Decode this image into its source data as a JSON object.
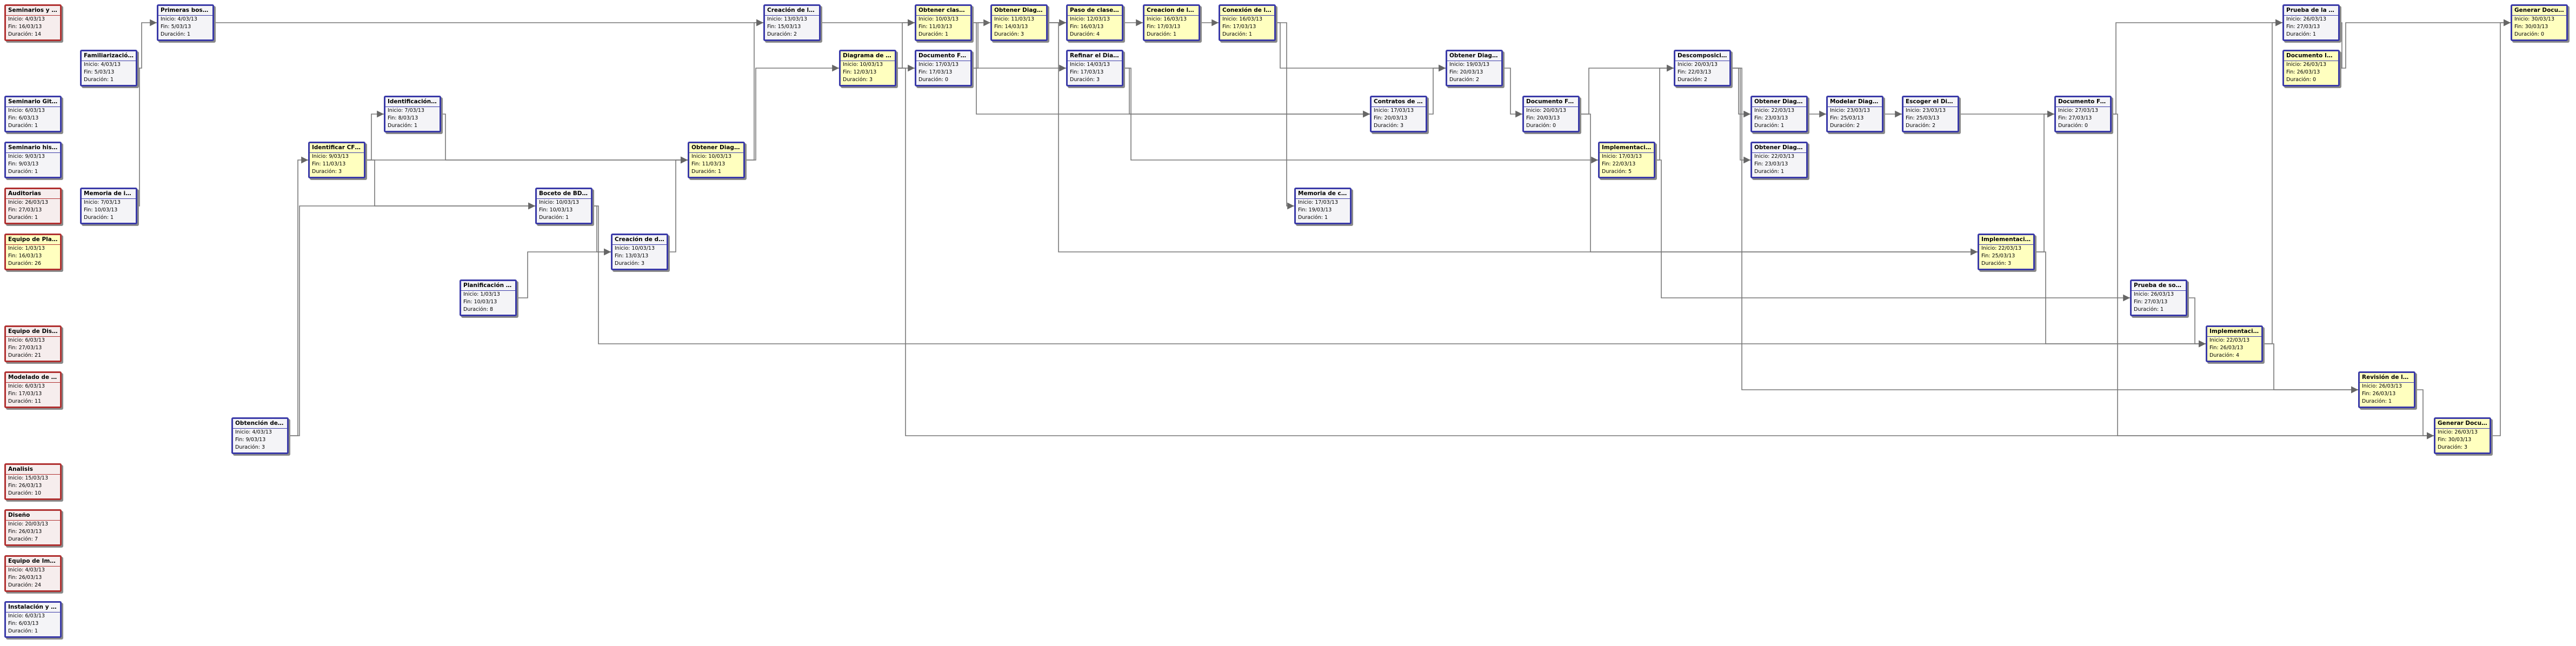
{
  "labels": {
    "start": "Inicio:",
    "end": "Fin:",
    "duration": "Duración:"
  },
  "tasks": [
    {
      "name": "Seminarios y apr...",
      "start": "4/03/13",
      "end": "16/03/13",
      "duration": "14",
      "kind": "summary"
    },
    {
      "name": "Seminario GitHub",
      "start": "6/03/13",
      "end": "6/03/13",
      "duration": "1",
      "kind": "normal"
    },
    {
      "name": "Seminario histori...",
      "start": "9/03/13",
      "end": "9/03/13",
      "duration": "1",
      "kind": "normal"
    },
    {
      "name": "Auditorias",
      "start": "26/03/13",
      "end": "27/03/13",
      "duration": "1",
      "kind": "summary"
    },
    {
      "name": "Equipo de Planifi...",
      "start": "1/03/13",
      "end": "16/03/13",
      "duration": "26",
      "kind": "summary-crit"
    },
    {
      "name": "Equipo de Diseño",
      "start": "6/03/13",
      "end": "27/03/13",
      "duration": "21",
      "kind": "summary"
    },
    {
      "name": "Modelado de req...",
      "start": "6/03/13",
      "end": "17/03/13",
      "duration": "11",
      "kind": "summary"
    },
    {
      "name": "Analisis",
      "start": "15/03/13",
      "end": "26/03/13",
      "duration": "10",
      "kind": "summary"
    },
    {
      "name": "Diseño",
      "start": "20/03/13",
      "end": "26/03/13",
      "duration": "7",
      "kind": "summary"
    },
    {
      "name": "Equipo de Implem...",
      "start": "4/03/13",
      "end": "26/03/13",
      "duration": "24",
      "kind": "summary"
    },
    {
      "name": "Instalación y con...",
      "start": "6/03/13",
      "end": "6/03/13",
      "duration": "1",
      "kind": "normal"
    },
    {
      "name": "Familiarización d...",
      "start": "4/03/13",
      "end": "5/03/13",
      "duration": "1",
      "kind": "normal"
    },
    {
      "name": "Memoria de insta...",
      "start": "7/03/13",
      "end": "10/03/13",
      "duration": "1",
      "kind": "normal"
    },
    {
      "name": "Primeras bosquej...",
      "start": "4/03/13",
      "end": "5/03/13",
      "duration": "1",
      "kind": "normal"
    },
    {
      "name": "Obtención de req...",
      "start": "4/03/13",
      "end": "9/03/13",
      "duration": "3",
      "kind": "normal"
    },
    {
      "name": "Identificación de ...",
      "start": "7/03/13",
      "end": "8/03/13",
      "duration": "1",
      "kind": "normal"
    },
    {
      "name": "Identificar CF y ...",
      "start": "9/03/13",
      "end": "11/03/13",
      "duration": "3",
      "kind": "crit"
    },
    {
      "name": "Planificación de r...",
      "start": "1/03/13",
      "end": "10/03/13",
      "duration": "8",
      "kind": "normal"
    },
    {
      "name": "Boceto de BD de...",
      "start": "10/03/13",
      "end": "10/03/13",
      "duration": "1",
      "kind": "normal"
    },
    {
      "name": "Creación de diag...",
      "start": "10/03/13",
      "end": "13/03/13",
      "duration": "3",
      "kind": "normal"
    },
    {
      "name": "Obtener Diagram...",
      "start": "10/03/13",
      "end": "11/03/13",
      "duration": "1",
      "kind": "crit"
    },
    {
      "name": "Creación de la re...",
      "start": "13/03/13",
      "end": "15/03/13",
      "duration": "2",
      "kind": "normal"
    },
    {
      "name": "Diagrama de Sec...",
      "start": "10/03/13",
      "end": "12/03/13",
      "duration": "3",
      "kind": "crit"
    },
    {
      "name": "Obtener clases, ...",
      "start": "10/03/13",
      "end": "11/03/13",
      "duration": "1",
      "kind": "crit"
    },
    {
      "name": "Documento Fase...",
      "start": "17/03/13",
      "end": "17/03/13",
      "duration": "0",
      "kind": "normal"
    },
    {
      "name": "Obtener Diagram...",
      "start": "11/03/13",
      "end": "14/03/13",
      "duration": "3",
      "kind": "crit"
    },
    {
      "name": "Paso de clases a...",
      "start": "12/03/13",
      "end": "16/03/13",
      "duration": "4",
      "kind": "crit"
    },
    {
      "name": "Refinar el Diagram...",
      "start": "14/03/13",
      "end": "17/03/13",
      "duration": "3",
      "kind": "normal"
    },
    {
      "name": "Creacion de la ba...",
      "start": "16/03/13",
      "end": "17/03/13",
      "duration": "1",
      "kind": "crit"
    },
    {
      "name": "Conexión de la b...",
      "start": "16/03/13",
      "end": "17/03/13",
      "duration": "1",
      "kind": "crit"
    },
    {
      "name": "Memoria de cone...",
      "start": "17/03/13",
      "end": "19/03/13",
      "duration": "1",
      "kind": "normal"
    },
    {
      "name": "Contratos de ope...",
      "start": "17/03/13",
      "end": "20/03/13",
      "duration": "3",
      "kind": "normal"
    },
    {
      "name": "Obtener Diagram...",
      "start": "19/03/13",
      "end": "20/03/13",
      "duration": "2",
      "kind": "normal"
    },
    {
      "name": "Documento Fase...",
      "start": "20/03/13",
      "end": "20/03/13",
      "duration": "0",
      "kind": "normal"
    },
    {
      "name": "Implementacion ...",
      "start": "17/03/13",
      "end": "22/03/13",
      "duration": "5",
      "kind": "crit"
    },
    {
      "name": "Descomposición...",
      "start": "20/03/13",
      "end": "22/03/13",
      "duration": "2",
      "kind": "normal"
    },
    {
      "name": "Obtener Diagram...",
      "start": "22/03/13",
      "end": "23/03/13",
      "duration": "1",
      "kind": "normal"
    },
    {
      "name": "Obtener Diagram...",
      "start": "22/03/13",
      "end": "23/03/13",
      "duration": "1",
      "kind": "normal"
    },
    {
      "name": "Modelar Diagram...",
      "start": "23/03/13",
      "end": "25/03/13",
      "duration": "2",
      "kind": "normal"
    },
    {
      "name": "Escoger el Diagra...",
      "start": "23/03/13",
      "end": "25/03/13",
      "duration": "2",
      "kind": "normal"
    },
    {
      "name": "Implementacion ...",
      "start": "22/03/13",
      "end": "25/03/13",
      "duration": "3",
      "kind": "crit"
    },
    {
      "name": "Documento Fase...",
      "start": "27/03/13",
      "end": "27/03/13",
      "duration": "0",
      "kind": "normal"
    },
    {
      "name": "Prueba de softw...",
      "start": "26/03/13",
      "end": "27/03/13",
      "duration": "1",
      "kind": "normal"
    },
    {
      "name": "Implementacion ...",
      "start": "22/03/13",
      "end": "26/03/13",
      "duration": "4",
      "kind": "crit"
    },
    {
      "name": "Prueba de la BD",
      "start": "26/03/13",
      "end": "27/03/13",
      "duration": "1",
      "kind": "normal"
    },
    {
      "name": "Documento Imple...",
      "start": "26/03/13",
      "end": "26/03/13",
      "duration": "0",
      "kind": "crit"
    },
    {
      "name": "Revisión de los d...",
      "start": "26/03/13",
      "end": "26/03/13",
      "duration": "1",
      "kind": "crit"
    },
    {
      "name": "Generar Docume...",
      "start": "26/03/13",
      "end": "30/03/13",
      "duration": "3",
      "kind": "crit"
    },
    {
      "name": "Generar Docume...",
      "start": "30/03/13",
      "end": "30/03/13",
      "duration": "0",
      "kind": "crit"
    }
  ],
  "dependencies": [
    [
      11,
      13
    ],
    [
      11,
      12
    ],
    [
      13,
      21
    ],
    [
      14,
      16
    ],
    [
      14,
      18
    ],
    [
      15,
      20
    ],
    [
      16,
      15
    ],
    [
      16,
      20
    ],
    [
      16,
      18
    ],
    [
      17,
      19
    ],
    [
      18,
      19
    ],
    [
      18,
      43
    ],
    [
      19,
      20
    ],
    [
      20,
      21
    ],
    [
      20,
      22
    ],
    [
      21,
      23
    ],
    [
      22,
      23
    ],
    [
      22,
      24
    ],
    [
      22,
      47
    ],
    [
      23,
      25
    ],
    [
      23,
      31
    ],
    [
      24,
      26
    ],
    [
      24,
      27
    ],
    [
      25,
      26
    ],
    [
      25,
      40
    ],
    [
      26,
      28
    ],
    [
      27,
      31
    ],
    [
      27,
      34
    ],
    [
      28,
      29
    ],
    [
      29,
      30
    ],
    [
      29,
      32
    ],
    [
      31,
      32
    ],
    [
      32,
      33
    ],
    [
      33,
      35
    ],
    [
      33,
      40
    ],
    [
      34,
      35
    ],
    [
      34,
      42
    ],
    [
      35,
      36
    ],
    [
      35,
      37
    ],
    [
      35,
      46
    ],
    [
      36,
      38
    ],
    [
      38,
      39
    ],
    [
      39,
      41
    ],
    [
      40,
      41
    ],
    [
      40,
      43
    ],
    [
      41,
      44
    ],
    [
      41,
      47
    ],
    [
      42,
      43
    ],
    [
      43,
      44
    ],
    [
      43,
      46
    ],
    [
      44,
      45
    ],
    [
      45,
      48
    ],
    [
      46,
      47
    ],
    [
      47,
      48
    ]
  ]
}
